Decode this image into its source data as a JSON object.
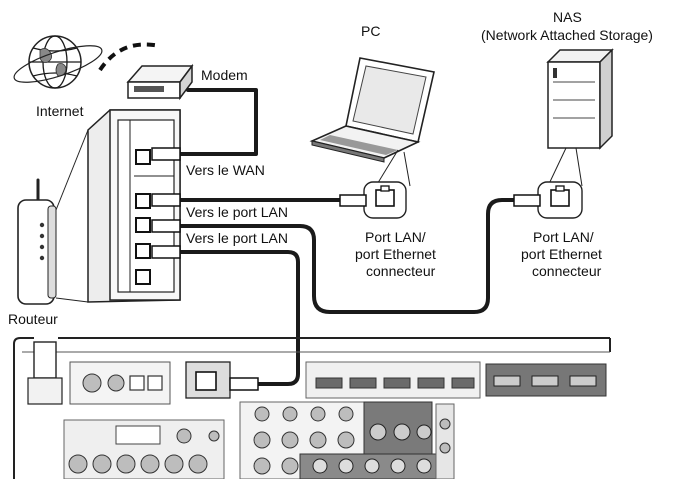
{
  "labels": {
    "internet": "Internet",
    "modem": "Modem",
    "pc": "PC",
    "nas_title": "NAS",
    "nas_subtitle": "(Network Attached Storage)",
    "router": "Routeur",
    "to_wan": "Vers le WAN",
    "to_lan_1": "Vers le port LAN",
    "to_lan_2": "Vers le port LAN",
    "pc_port_line1": "Port LAN/",
    "pc_port_line2": "port Ethernet",
    "pc_port_line3": "connecteur",
    "nas_port_line1": "Port LAN/",
    "nas_port_line2": "port Ethernet",
    "nas_port_line3": "connecteur"
  },
  "icons": [
    "globe-icon",
    "modem-icon",
    "laptop-icon",
    "nas-tower-icon",
    "router-icon",
    "lan-port-icon",
    "rj45-plug-icon"
  ]
}
